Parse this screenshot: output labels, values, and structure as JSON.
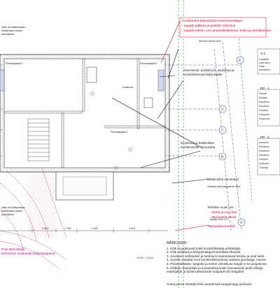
{
  "axes": {
    "a": "A",
    "b": "B",
    "c": "C",
    "d": "D",
    "e": "E"
  },
  "dimensions": [
    "3 600",
    "2 750",
    "1 100",
    "3 000"
  ],
  "callouts": {
    "red_top": [
      "Vundament täpsustada insenerosadega!",
      "- tagada pallkoe ja postide sobimine",
      "- tagada elektri, vee ja kanalisatsiooni, kütte ja ventilatsiooni"
    ],
    "sewer": [
      "Sisseseinte, postide jmt. asukohad ja",
      "konstruktsioonid täpsustada!",
      ""
    ],
    "foundation": [
      "Korstende ja küttekollete",
      "vundamendid täpsustada"
    ],
    "tiles": "Küttekolded varustatud",
    "tech": [
      "Tehnilise ruumi orie",
      "- elektri ja vee sisse",
      "- täpsustada varust"
    ],
    "specify": "Täpsustada veemõõ"
  },
  "schedules": {
    "s1": {
      "title": "S-1",
      "rows": [
        "Laudkate",
        "Lõim ama",
        "Saab",
        "Raudbetoo"
      ]
    },
    "pp1": {
      "title": "PP - 1",
      "rows": [
        "Parkett",
        "Akukate",
        "Raudbeto",
        "Kaudbeto",
        "Veeisola",
        "Vahtpolus",
        "Kergkruus"
      ]
    },
    "pp2": {
      "title": "PP - 2",
      "rows": [
        "Keraamil",
        "Pleatimas",
        "Raudbeto",
        "Kaudbeto",
        "Veeisola",
        "Vahtpolus",
        "Tihendat"
      ]
    }
  },
  "annotations": {
    "heating_top": [
      "Ukse all küttepeatasu",
      "küttekollase kraam",
      "juhimäärad"
    ],
    "heating_bottom": [
      "Ukse all küttepeatasu",
      "küttekollase kraam",
      "juhimäärad"
    ],
    "wall": "Sõrmtue seinse mein",
    "window": "Vimasas ümberpaigutamise akna",
    "detail": "Update 2015.11.07",
    "magenta": [
      "Pole täpsustada",
      "lahenduse maakaabli ümberpaigutust"
    ],
    "elevation": "±0.00 = +13.20"
  },
  "rooms": [
    "Põrandaplaat 4",
    "Põrandaplaat 5",
    "Põrandaplaat 3",
    "Tuulekoda"
  ],
  "notes": {
    "title": "MÄRKUSED:",
    "items": [
      "1. Kõik muudatused tuleb kooskõlastada arhitektiga.",
      "2. Kõik mõõdud ja kõrgusmärgid kontrollida ehitusel.",
      "3. Joonised, selletuskiri ja loetelud moodustavad terviku ja neid tuleb",
      "4. Joonist vaadata koos konstruktsiooniosa vastava joonisega. Insene",
      "5. Põrandakatete, laegede ja seinte viimistluse lüügid ei SA projektoso",
      "6. Kõikide materjalide ja konstruktsioonide kasutamisel peab ehitaja",
      "materjalide ja konstruktsioonide tootjatelt või müüjatelt."
    ],
    "footer": "Antud joonis tühistab kõik varasemad kuupäevaga joonised."
  }
}
